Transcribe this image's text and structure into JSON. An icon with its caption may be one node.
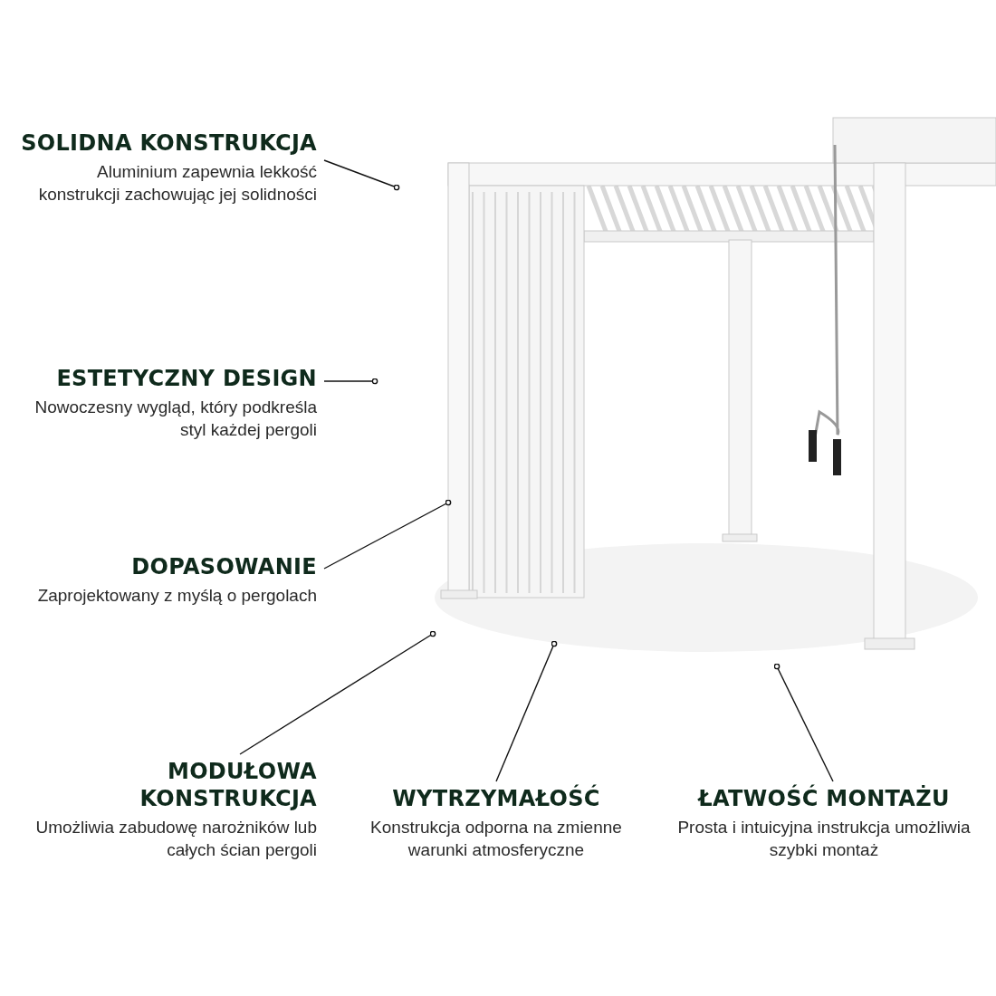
{
  "diagram": {
    "nodes": [
      {
        "text": [
          "SOLIDNA KONSTRUKCJA",
          "Aluminium zapewnia lekkość konstrukcji zachowując jej solidności"
        ]
      },
      {
        "text": [
          "ESTETYCZNY DESIGN",
          "Nowoczesny wygląd, który podkreśla styl każdej pergoli"
        ]
      },
      {
        "text": [
          "DOPASOWANIE",
          "Zaprojektowany z myślą o pergolach"
        ]
      },
      {
        "text": [
          "MODUŁOWA KONSTRUKCJA",
          "Umożliwia zabudowę narożników lub całych ścian pergoli"
        ]
      },
      {
        "text": [
          "WYTRZYMAŁOŚĆ",
          "Konstrukcja odporna na zmienne warunki atmosferyczne"
        ]
      },
      {
        "text": [
          "ŁATWOŚĆ MONTAŻU",
          "Prosta i intuicyjna instrukcja umożliwia szybki montaż"
        ]
      }
    ],
    "edges": [
      {
        "from": 0,
        "to": null,
        "arrow": "other"
      },
      {
        "from": 1,
        "to": null,
        "arrow": "other"
      },
      {
        "from": 2,
        "to": null,
        "arrow": "other"
      },
      {
        "from": 3,
        "to": null,
        "arrow": "other"
      },
      {
        "from": 4,
        "to": null,
        "arrow": "other"
      },
      {
        "from": 5,
        "to": null,
        "arrow": "other"
      }
    ]
  }
}
